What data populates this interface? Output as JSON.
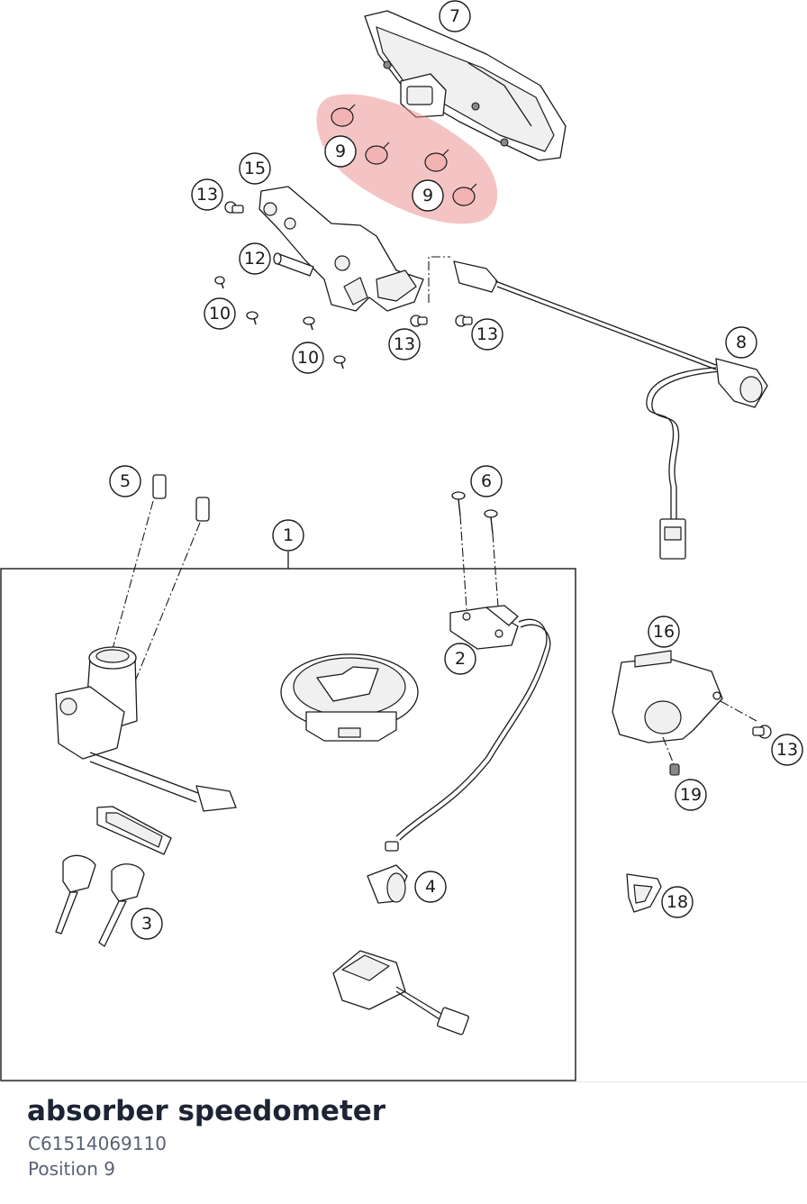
{
  "diagram": {
    "callouts": [
      {
        "id": "c7",
        "label": "7"
      },
      {
        "id": "c15",
        "label": "15"
      },
      {
        "id": "c13a",
        "label": "13"
      },
      {
        "id": "c9a",
        "label": "9"
      },
      {
        "id": "c9b",
        "label": "9"
      },
      {
        "id": "c12",
        "label": "12"
      },
      {
        "id": "c10a",
        "label": "10"
      },
      {
        "id": "c10b",
        "label": "10"
      },
      {
        "id": "c13b",
        "label": "13"
      },
      {
        "id": "c13c",
        "label": "13"
      },
      {
        "id": "c8",
        "label": "8"
      },
      {
        "id": "c5",
        "label": "5"
      },
      {
        "id": "c6",
        "label": "6"
      },
      {
        "id": "c1",
        "label": "1"
      },
      {
        "id": "c2",
        "label": "2"
      },
      {
        "id": "c16",
        "label": "16"
      },
      {
        "id": "c13d",
        "label": "13"
      },
      {
        "id": "c19",
        "label": "19"
      },
      {
        "id": "c4",
        "label": "4"
      },
      {
        "id": "c3",
        "label": "3"
      },
      {
        "id": "c18",
        "label": "18"
      }
    ],
    "highlight_color": "#e98a8a"
  },
  "part": {
    "name": "absorber speedometer",
    "code": "C61514069110",
    "position": "Position 9"
  }
}
